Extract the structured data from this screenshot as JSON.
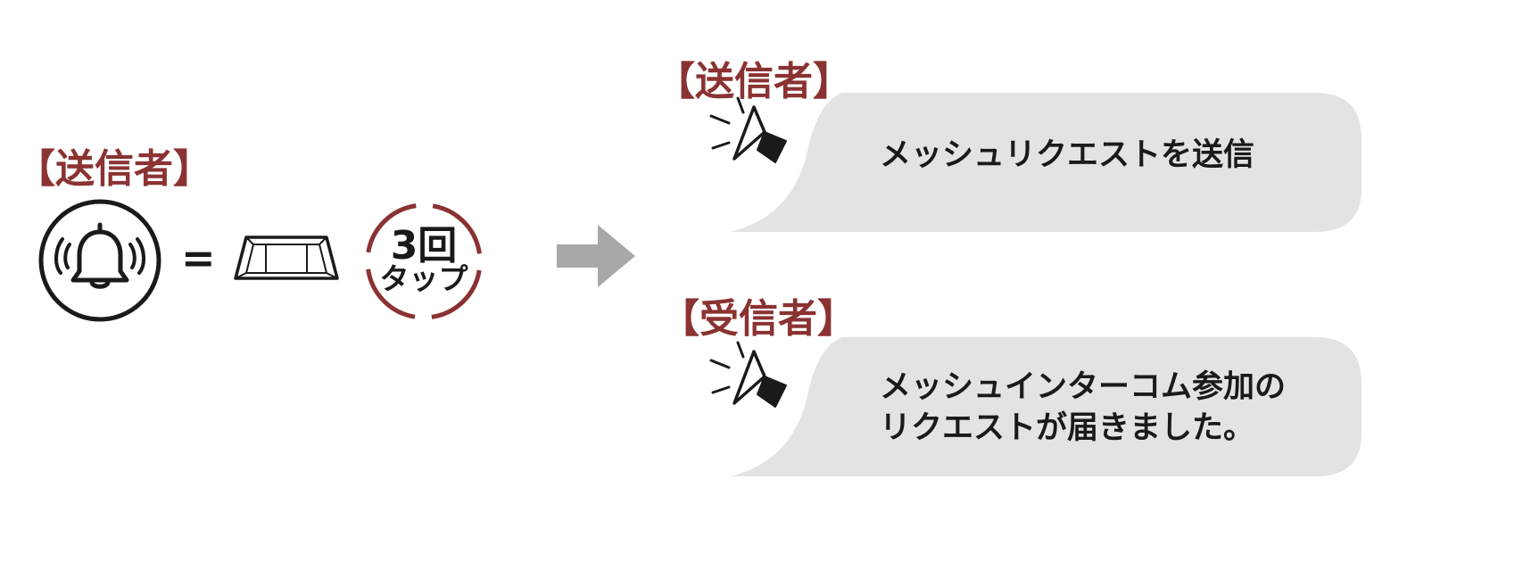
{
  "colors": {
    "label": "#8b3232",
    "ink": "#1a1a1a",
    "bubble_fill": "#e3e3e3",
    "arrow": "#a8a8a8",
    "ring": "#8b3232"
  },
  "left": {
    "label": "【送信者】",
    "bell_icon": "bell-ringing-icon",
    "equals": "=",
    "button_icon": "trapezoid-button-icon",
    "tap": {
      "count": "3回",
      "word": "タップ"
    }
  },
  "arrow_icon": "right-arrow-icon",
  "right": {
    "sender": {
      "label": "【送信者】",
      "speaker_icon": "speaker-icon",
      "message": "メッシュリクエストを送信"
    },
    "receiver": {
      "label": "【受信者】",
      "speaker_icon": "speaker-icon",
      "message_line1": "メッシュインターコム参加の",
      "message_line2": "リクエストが届きました。"
    }
  }
}
